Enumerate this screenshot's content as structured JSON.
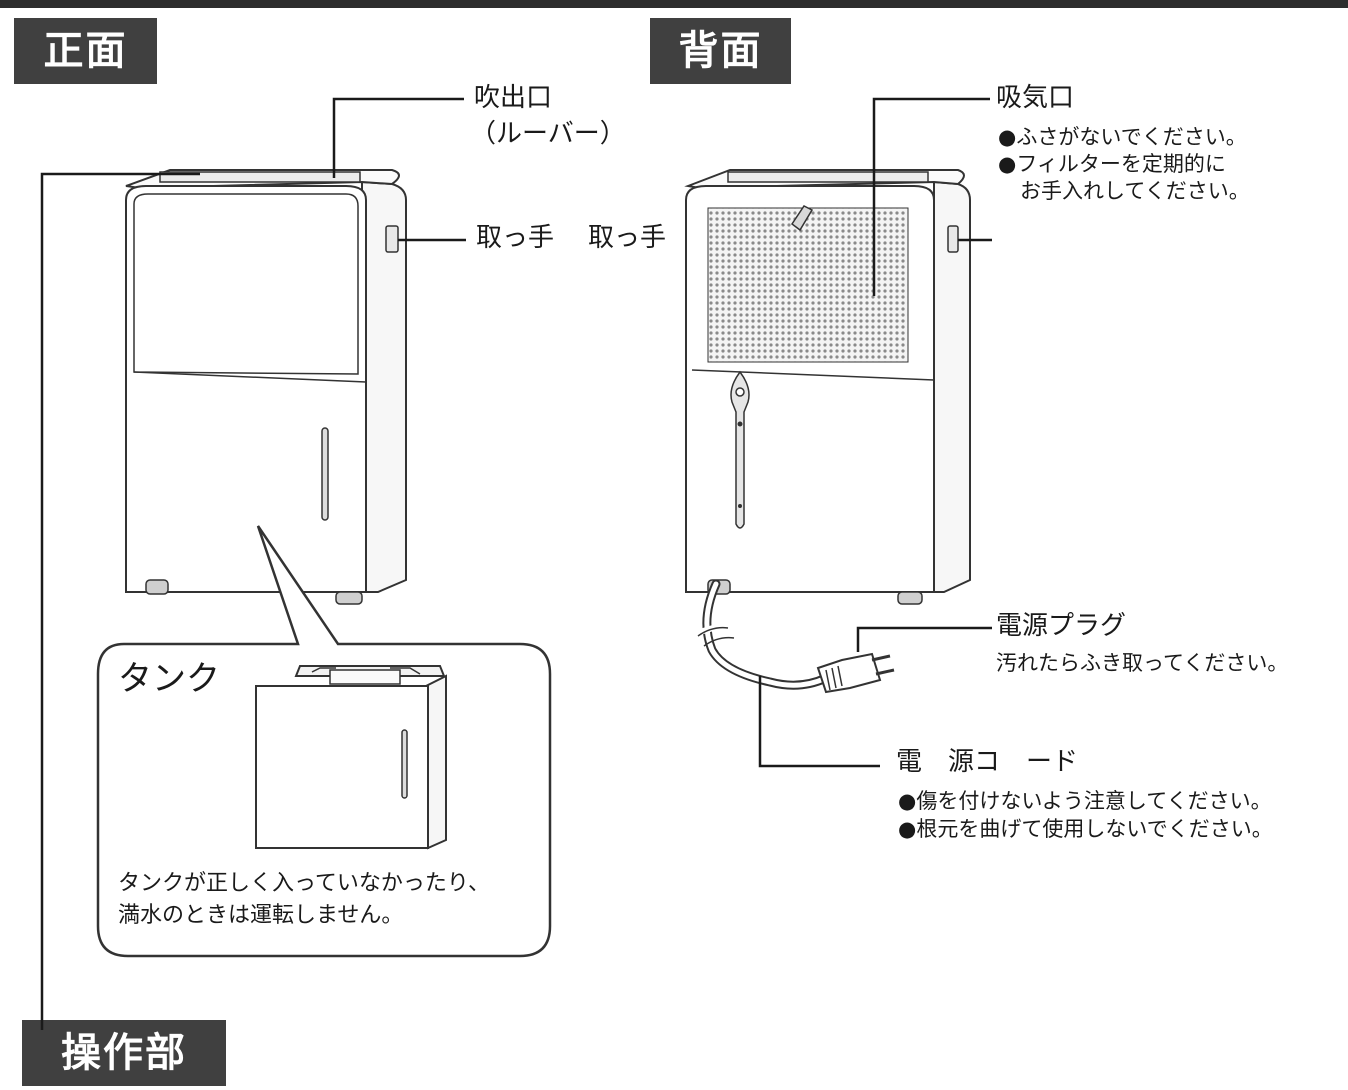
{
  "sections": {
    "front": "正面",
    "back": "背面",
    "control_panel": "操作部"
  },
  "front": {
    "outlet": "吹出口",
    "louver": "（ルーバー）",
    "handle": "取っ手",
    "tank": {
      "title": "タンク",
      "note_line1": "タンクが正しく入っていなかったり、",
      "note_line2": "満水のときは運転しません。"
    }
  },
  "back": {
    "handle": "取っ手",
    "intake": {
      "title": "吸気口",
      "note1": "ふさがないでください。",
      "note2": "フィルターを定期的に",
      "note3": "お手入れしてください。"
    },
    "plug": {
      "title": "電源プラグ",
      "note": "汚れたらふき取ってください。"
    },
    "cord": {
      "title": "電　源コ　ード",
      "note1": "傷を付けないよう注意してください。",
      "note2": "根元を曲げて使用しないでください。"
    }
  }
}
